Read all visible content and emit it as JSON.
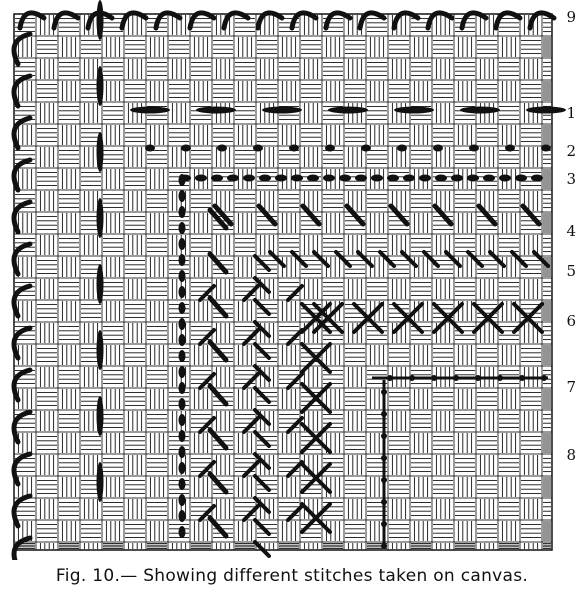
{
  "figure": {
    "caption": "Fig. 10.— Showing different stitches taken on canvas.",
    "row_numbers": [
      "9",
      "1",
      "2",
      "3",
      "4",
      "5",
      "6",
      "7",
      "8"
    ],
    "colors": {
      "ink": "#111111",
      "paper": "#ffffff"
    }
  }
}
